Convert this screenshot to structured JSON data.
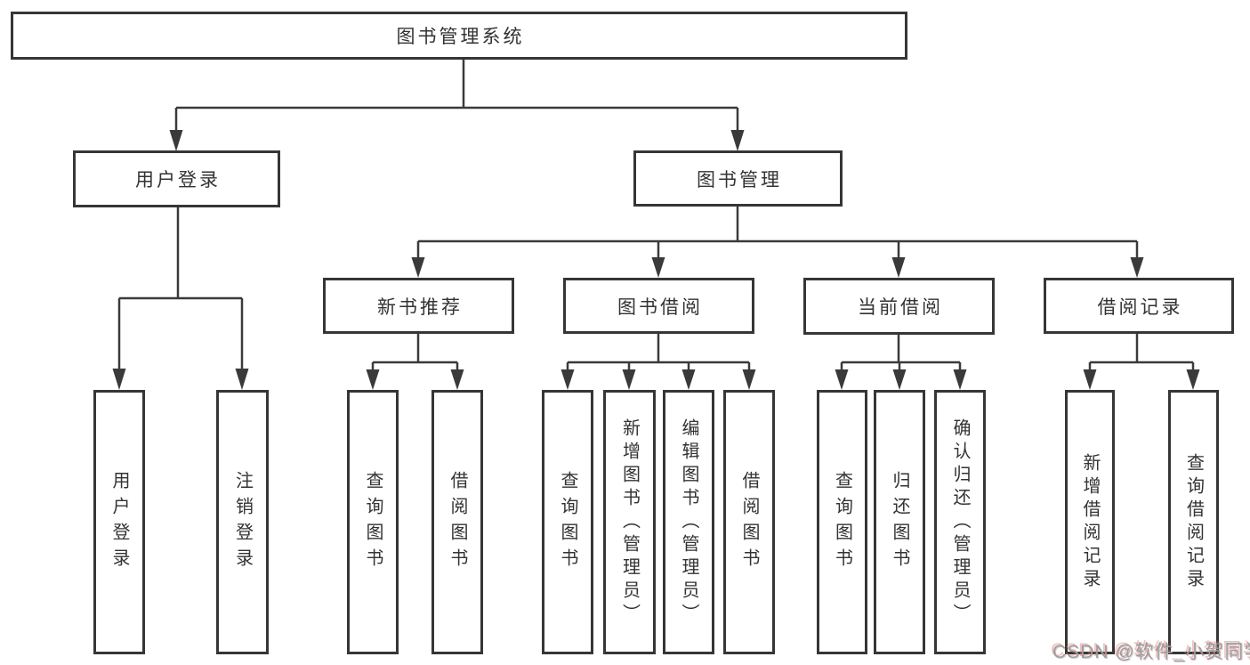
{
  "diagram": {
    "title": "图书管理系统",
    "level2": [
      {
        "label": "用户登录"
      },
      {
        "label": "图书管理"
      }
    ],
    "level3": [
      {
        "label": "新书推荐"
      },
      {
        "label": "图书借阅"
      },
      {
        "label": "当前借阅"
      },
      {
        "label": "借阅记录"
      }
    ],
    "level4": {
      "user_login": [
        {
          "label": "用户登录"
        },
        {
          "label": "注销登录"
        }
      ],
      "new_books": [
        {
          "label": "查询图书"
        },
        {
          "label": "借阅图书"
        }
      ],
      "book_borrow": [
        {
          "label": "查询图书"
        },
        {
          "label": "新增图书（管理员）"
        },
        {
          "label": "编辑图书（管理员）"
        },
        {
          "label": "借阅图书"
        }
      ],
      "current_borrow": [
        {
          "label": "查询图书"
        },
        {
          "label": "归还图书"
        },
        {
          "label": "确认归还（管理员）"
        }
      ],
      "borrow_records": [
        {
          "label": "新增借阅记录"
        },
        {
          "label": "查询借阅记录"
        }
      ]
    },
    "colors": {
      "box_border": "#363636",
      "connector_line": "#3a3a3a",
      "text": "#333333",
      "background": "#ffffff"
    }
  },
  "watermark": {
    "text": "CSDN @软件_小贺同学"
  }
}
